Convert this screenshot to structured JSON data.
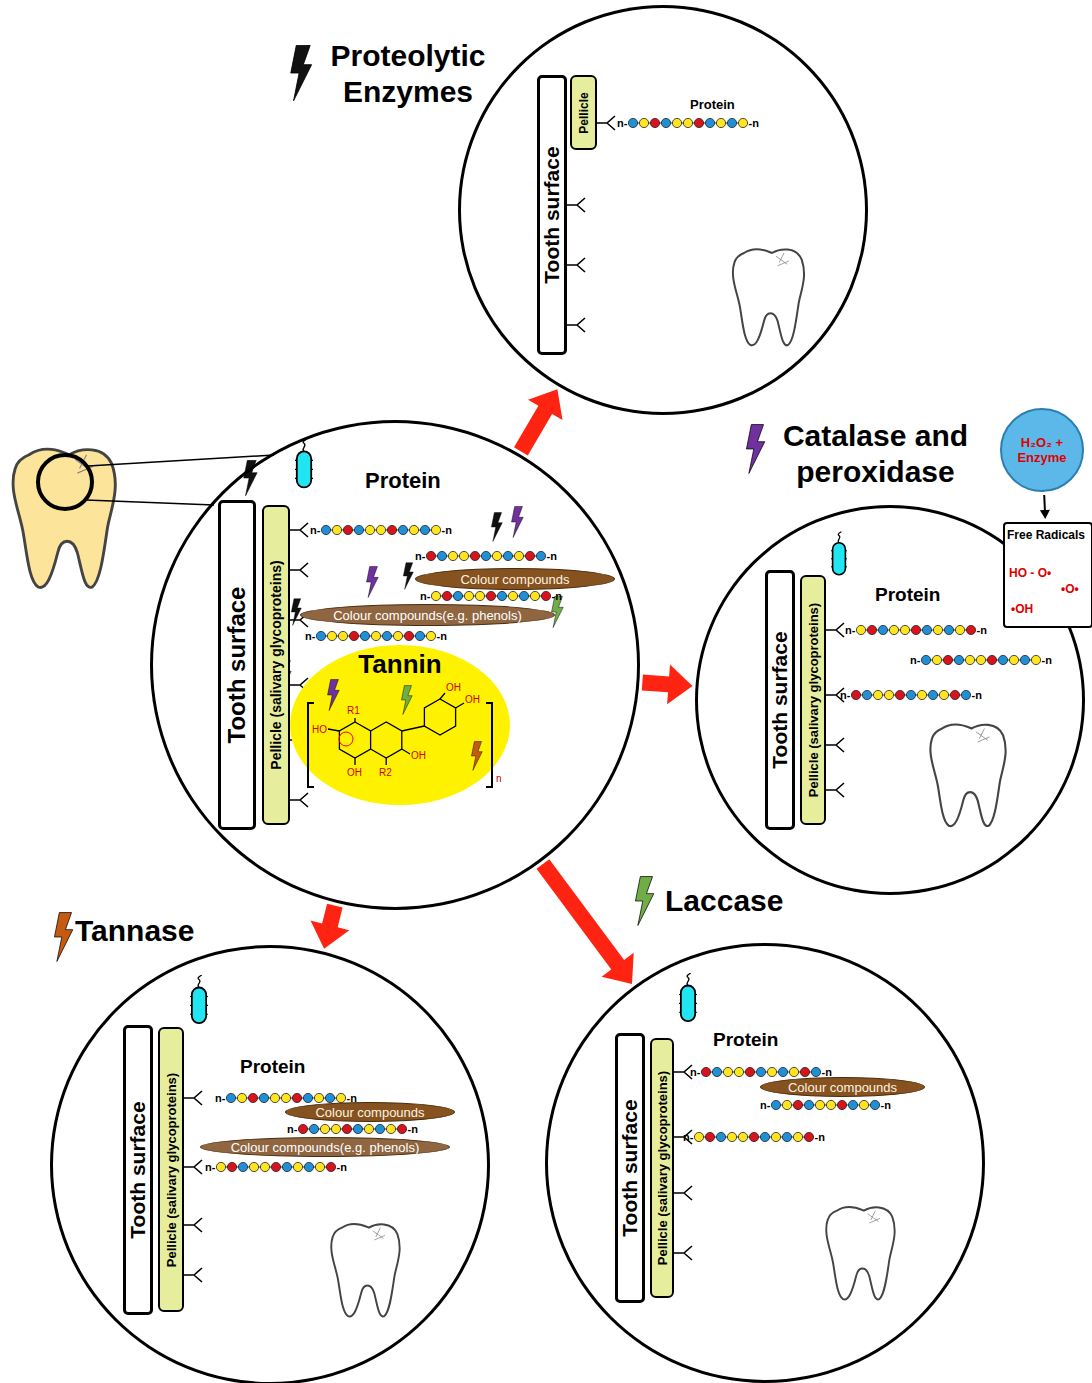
{
  "diagram": {
    "nodes": [
      {
        "text": [
          "Protein"
        ]
      },
      {
        "text": [
          "Tooth surface"
        ],
        "in": 0
      },
      {
        "text": [
          "Pellicle (salivary glycoproteins)"
        ],
        "in": 0
      },
      {
        "text": [
          "Colour compounds"
        ],
        "in": 0
      },
      {
        "text": [
          "Colour compounds(e.g. phenols)"
        ],
        "in": 0
      },
      {
        "text": [
          "Tannin"
        ],
        "in": 0
      },
      {
        "text": [
          "Proteolytic Enzymes",
          "Protein"
        ]
      },
      {
        "text": [
          "Tooth surface"
        ],
        "in": 6
      },
      {
        "text": [
          "Pellicle"
        ],
        "in": 6
      },
      {
        "text": [
          "Catalase and peroxidase",
          "Protein"
        ]
      },
      {
        "text": [
          "Tooth surface"
        ],
        "in": 9
      },
      {
        "text": [
          "Pellicle (salivary glycoproteins)"
        ],
        "in": 9
      },
      {
        "text": [
          "H₂O₂ + Enzyme"
        ]
      },
      {
        "text": [
          "Free Radicals",
          "HO - O•",
          "•O•",
          "•OH"
        ]
      },
      {
        "text": [
          "Tannase",
          "Protein"
        ]
      },
      {
        "text": [
          "Tooth surface"
        ],
        "in": 14
      },
      {
        "text": [
          "Pellicle (salivary glycoproteins)"
        ],
        "in": 14
      },
      {
        "text": [
          "Colour compounds"
        ],
        "in": 14
      },
      {
        "text": [
          "Colour compounds(e.g. phenols)"
        ],
        "in": 14
      },
      {
        "text": [
          "Laccase",
          "Protein"
        ]
      },
      {
        "text": [
          "Tooth surface"
        ],
        "in": 19
      },
      {
        "text": [
          "Pellicle (salivary glycoproteins)"
        ],
        "in": 19
      },
      {
        "text": [
          "Colour compounds"
        ],
        "in": 19
      }
    ],
    "edges": [
      {
        "from": 0,
        "to": 6,
        "arrow": "to"
      },
      {
        "from": 0,
        "to": 9,
        "arrow": "to"
      },
      {
        "from": 0,
        "to": 14,
        "arrow": "to"
      },
      {
        "from": 0,
        "to": 19,
        "arrow": "to"
      },
      {
        "from": 12,
        "to": 13,
        "arrow": "to"
      }
    ],
    "labels": [
      "n-",
      "-n",
      "n-",
      "-n",
      "n-",
      "-n",
      "n-",
      "-n",
      "R1",
      "HO",
      "OH",
      "R2",
      "OH",
      "OH",
      "OH",
      "n",
      "n-",
      "-n",
      "n-",
      "-n",
      "n-",
      "-n",
      "n-",
      "-n",
      "n-",
      "-n",
      "n-",
      "-n",
      "n-",
      "-n",
      "n-",
      "-n",
      "n-",
      "-n",
      "n-",
      "-n"
    ]
  }
}
